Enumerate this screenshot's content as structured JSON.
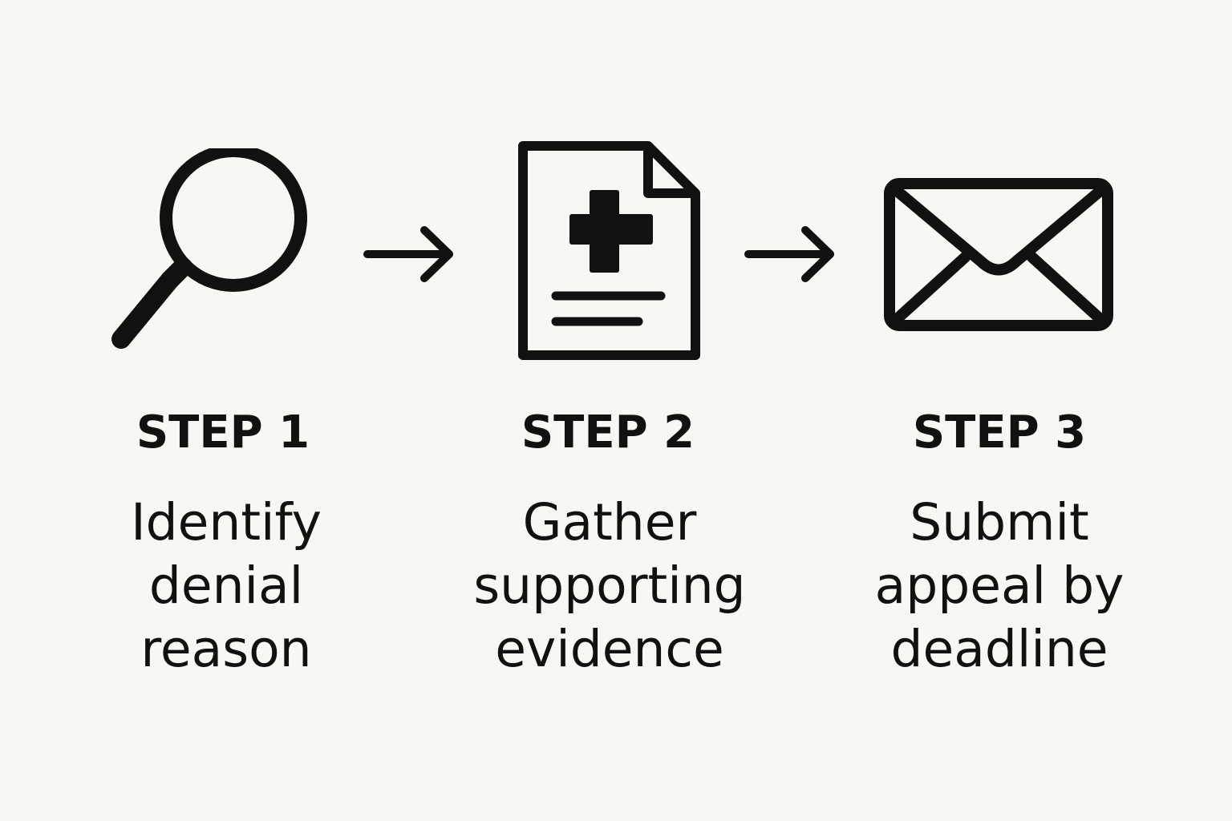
{
  "steps": [
    {
      "icon": "magnifying-glass-icon",
      "title": "STEP 1",
      "description_lines": [
        "Identify",
        "denial",
        "reason"
      ]
    },
    {
      "icon": "medical-document-icon",
      "title": "STEP 2",
      "description_lines": [
        "Gather",
        "supporting",
        "evidence"
      ]
    },
    {
      "icon": "envelope-icon",
      "title": "STEP 3",
      "description_lines": [
        "Submit",
        "appeal by",
        "deadline"
      ]
    }
  ],
  "connectors": [
    {
      "icon": "arrow-right-icon"
    },
    {
      "icon": "arrow-right-icon"
    }
  ],
  "colors": {
    "background": "#f8f7f3",
    "ink": "#111111"
  }
}
